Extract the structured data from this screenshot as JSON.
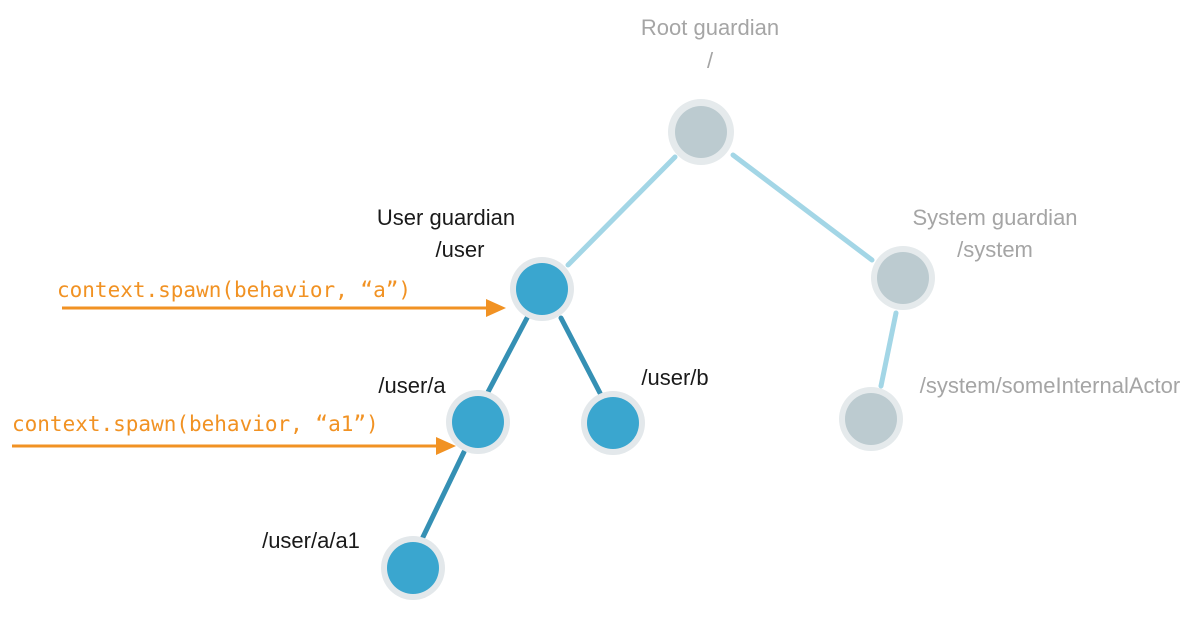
{
  "colors": {
    "active_node": "#3aa6cf",
    "active_ring": "#e3e8eb",
    "inactive_node": "#bccbd0",
    "inactive_ring": "#e5eaec",
    "active_edge": "#3590b4",
    "light_edge": "#a3d6e6",
    "label_dark": "#1a1a1a",
    "label_gray": "#a5a5a5",
    "code_orange": "#f19223",
    "arrow_orange": "#f19223"
  },
  "nodes": {
    "root": {
      "title": "Root guardian",
      "path": "/"
    },
    "user": {
      "title": "User guardian",
      "path": "/user"
    },
    "system": {
      "title": "System guardian",
      "path": "/system"
    },
    "user_a": {
      "path": "/user/a"
    },
    "user_b": {
      "path": "/user/b"
    },
    "user_a_a1": {
      "path": "/user/a/a1"
    },
    "system_internal": {
      "path": "/system/someInternalActor"
    }
  },
  "spawn_calls": {
    "a": "context.spawn(behavior, “a”)",
    "a1": "context.spawn(behavior, “a1”)"
  }
}
